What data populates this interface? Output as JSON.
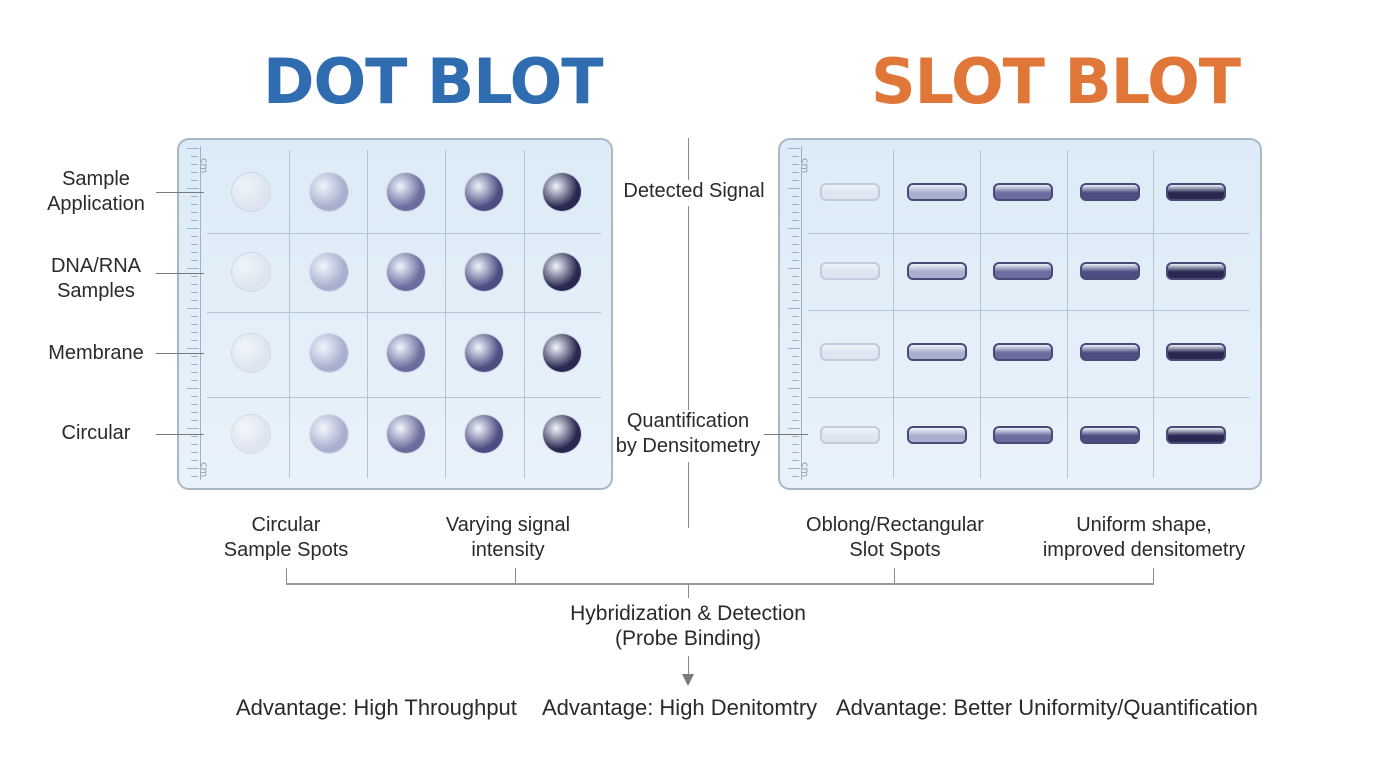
{
  "titles": {
    "dot": "DOT BLOT",
    "slot": "SLOT BLOT"
  },
  "ruler_unit": "cm",
  "left_labels": [
    {
      "line1": "Sample",
      "line2": "Application"
    },
    {
      "line1": "DNA/RNA",
      "line2": "Samples"
    },
    {
      "line1": "Membrane",
      "line2": ""
    },
    {
      "line1": "Circular",
      "line2": ""
    }
  ],
  "center_labels": {
    "detected": "Detected Signal",
    "quant_line1": "Quantification",
    "quant_line2": "by Densitometry"
  },
  "bottom_labels": {
    "circular_line1": "Circular",
    "circular_line2": "Sample Spots",
    "varying_line1": "Varying signal",
    "varying_line2": "intensity",
    "oblong_line1": "Oblong/Rectangular",
    "oblong_line2": "Slot Spots",
    "uniform_line1": "Uniform shape,",
    "uniform_line2": "improved densitometry"
  },
  "hybridization": {
    "line1": "Hybridization & Detection",
    "line2": "(Probe Binding)"
  },
  "advantages": [
    "Advantage: High Throughput",
    "Advantage: High Denitomtry",
    "Advantage: Better Uniformity/Quantification"
  ],
  "colors": {
    "dot_title": "#2f6db0",
    "slot_title": "#e07638",
    "intensity_scale": [
      "#dfe5f0",
      "#a9afcf",
      "#6c6d9e",
      "#4d4d82",
      "#2a2850"
    ]
  }
}
